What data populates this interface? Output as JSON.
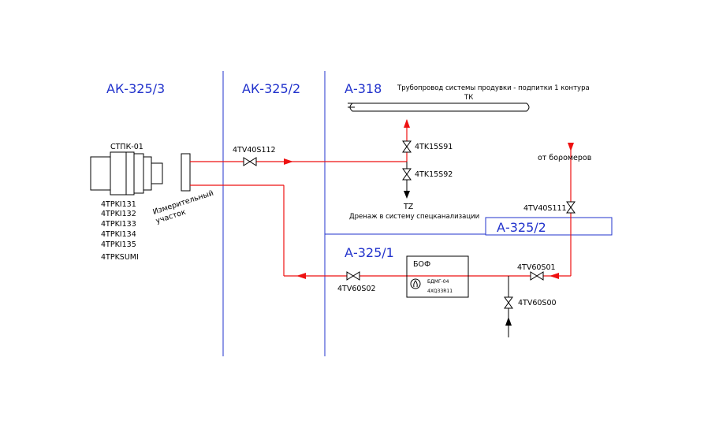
{
  "colors": {
    "wall": "#2233cc",
    "pipe": "#ee1111",
    "equipment": "#000000"
  },
  "rooms": {
    "ak_325_3": "АК-325/3",
    "ak_325_2": "АК-325/2",
    "a_318": "А-318",
    "a_325_2": "А-325/2",
    "a_325_1": "А-325/1"
  },
  "top_pipe": {
    "title": "Трубопровод системы продувки - подпитки 1 контура",
    "code": "ТК"
  },
  "equipment": {
    "stpk": "СТПК-01",
    "measuring_section": [
      "Измерительный",
      "участок"
    ],
    "sensors": [
      "4TPKI131",
      "4TPKI132",
      "4TPKI133",
      "4TPKI134",
      "4TPKI135",
      "4TPKSUMI"
    ],
    "bdf_box": {
      "title": "БОФ",
      "detector": "БДМГ-04",
      "detector_code": "4XQ33R11"
    }
  },
  "valves": {
    "v40s112": "4TV40S112",
    "tk15s91": "4TK15S91",
    "tk15s92": "4TK15S92",
    "v40s111": "4TV40S111",
    "v60s01": "4TV60S01",
    "v60s02": "4TV60S02",
    "v60s00": "4TV60S00"
  },
  "drain": {
    "code": "TZ",
    "label": "Дренаж в систему спецканализации"
  },
  "source": {
    "label": "от бορомеров"
  }
}
